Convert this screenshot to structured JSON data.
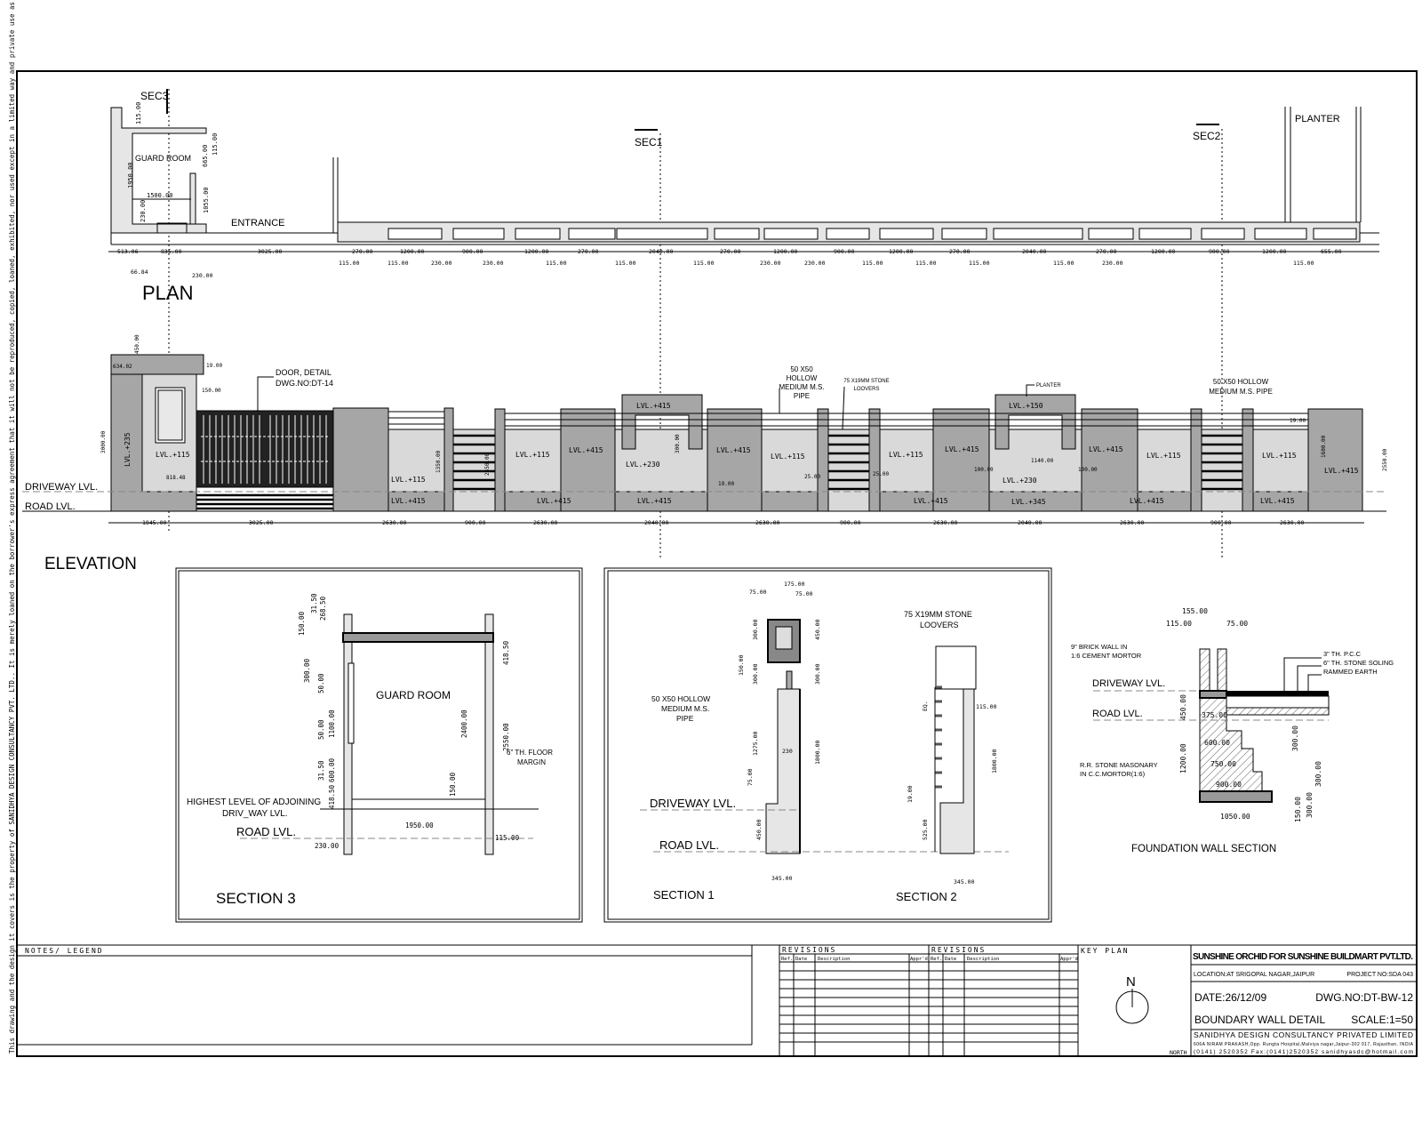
{
  "disclaimer": "This drawing and the design it covers is the property of SANIDHYA DESIGN CONSULTANCY PVT. LTD.. It is merely loaned on the borrower's express agreement that it will not be reproduced, copied, loaned, exhibited, nor used except in a limited way and private use as permitted by any written consent given by the lender to the borrower.",
  "plan": {
    "title": "PLAN",
    "section_markers": [
      "SEC3",
      "SEC1",
      "SEC2"
    ],
    "guard_room": "GUARD ROOM",
    "entrance": "ENTRANCE",
    "planter": "PLANTER",
    "dims": [
      "513.06",
      "835.00",
      "3025.00",
      "270.00",
      "1200.00",
      "900.00",
      "1200.00",
      "270.00",
      "2040.00",
      "270.00",
      "1200.00",
      "900.00",
      "1200.00",
      "270.00",
      "2040.00",
      "270.00",
      "1200.00",
      "900.00",
      "1200.00",
      "655.00"
    ],
    "sub_dims": [
      "66.84",
      "230.00",
      "115.00",
      "115.00",
      "230.00",
      "230.00",
      "115.00",
      "115.00",
      "115.00",
      "230.00",
      "230.00",
      "115.00",
      "115.00",
      "115.00",
      "115.00",
      "230.00",
      "115.00"
    ],
    "guard_dims": [
      "115.00",
      "115.00",
      "1950.00",
      "1500.00",
      "230.00",
      "665.00",
      "1055.00",
      "115.00"
    ]
  },
  "elevation": {
    "title": "ELEVATION",
    "driveway_lvl": "DRIVEWAY LVL.",
    "road_lvl": "ROAD LVL.",
    "door_note": [
      "DOOR, DETAIL",
      "DWG.NO:DT-14"
    ],
    "pipe_note": [
      "50 X50",
      "HOLLOW",
      "MEDIUM M.S.",
      "PIPE"
    ],
    "louver_note": [
      "75 X19MM STONE",
      "LOOVERS"
    ],
    "planter_note": "PLANTER",
    "pipe_note_2": [
      "50 X50 HOLLOW",
      "MEDIUM M.S. PIPE"
    ],
    "levels": [
      "LVL.+235",
      "LVL.+115",
      "LVL.+115",
      "LVL.+415",
      "LVL.+115",
      "LVL.+415",
      "LVL.+415",
      "LVL.+230",
      "LVL.+415",
      "LVL.+415",
      "LVL.+115",
      "LVL.+115",
      "LVL.+415",
      "LVL.+415",
      "LVL.+150",
      "LVL.+230",
      "LVL.+345",
      "LVL.+415",
      "LVL.+115",
      "LVL.+415",
      "LVL.+115",
      "LVL.+415",
      "LVL.+415",
      "LVL.+415"
    ],
    "dims": [
      "1845.00",
      "3025.00",
      "2630.00",
      "900.00",
      "2630.00",
      "2040.00",
      "2630.00",
      "900.00",
      "2630.00",
      "2040.00",
      "2630.00",
      "900.00",
      "2630.00"
    ],
    "misc_dims": [
      "450.00",
      "634.02",
      "19.00",
      "150.00",
      "3000.00",
      "818.48",
      "450.00",
      "1350.00",
      "2550.00",
      "300.00",
      "900.00",
      "19.00",
      "25.00",
      "25.00",
      "1140.00",
      "100.00",
      "100.00",
      "1600.00",
      "2550.00",
      "19.00"
    ]
  },
  "section3": {
    "title": "SECTION 3",
    "guard_room": "GUARD ROOM",
    "floor_note": [
      "6\" TH. FLOOR",
      "MARGIN"
    ],
    "highest_level": [
      "HIGHEST LEVEL OF ADJOINING",
      "DRIV_WAY LVL."
    ],
    "road_lvl": "ROAD LVL.",
    "dims": [
      "31.50",
      "268.50",
      "150.00",
      "300.00",
      "50.00",
      "1100.00",
      "50.00",
      "600.00",
      "31.50",
      "418.50",
      "418.50",
      "2400.00",
      "2550.00",
      "150.00",
      "1950.00",
      "230.00",
      "115.00"
    ]
  },
  "section1": {
    "title": "SECTION 1",
    "pipe_note": [
      "50 X50 HOLLOW",
      "MEDIUM M.S.",
      "PIPE"
    ],
    "driveway_lvl": "DRIVEWAY LVL.",
    "road_lvl": "ROAD LVL.",
    "dims": [
      "175.00",
      "75.00",
      "75.00",
      "300.00",
      "450.00",
      "150.00",
      "300.00",
      "300.00",
      "1275.00",
      "230",
      "1800.00",
      "75.00",
      "450.00",
      "345.00"
    ]
  },
  "section2": {
    "title": "SECTION 2",
    "louver_note": [
      "75 X19MM STONE",
      "LOOVERS"
    ],
    "dims": [
      "115.00",
      "1800.00",
      "19.00",
      "525.00",
      "345.00",
      "EQ."
    ]
  },
  "foundation": {
    "title": "FOUNDATION WALL SECTION",
    "driveway_lvl": "DRIVEWAY LVL.",
    "road_lvl": "ROAD LVL.",
    "brick_note": [
      "9\" BRICK WALL IN",
      "1:6 CEMENT MORTOR"
    ],
    "layers": [
      "3\" TH. P.C.C",
      "6\" TH. STONE SOLING",
      "RAMMED EARTH"
    ],
    "stone_note": [
      "R.R. STONE MASONARY",
      "IN C.C.MORTOR(1:6)"
    ],
    "dims": [
      "155.00",
      "115.00",
      "75.00",
      "450.00",
      "375.00",
      "1200.00",
      "600.00",
      "750.00",
      "900.00",
      "1050.00",
      "300.00",
      "300.00",
      "300.00",
      "150.00"
    ]
  },
  "title_block": {
    "notes_header": "NOTES/ LEGEND",
    "revisions_header": "REVISIONS",
    "revision_columns": [
      "Ref.",
      "Date",
      "Description",
      "Appr'd"
    ],
    "key_plan_header": "KEY PLAN",
    "north_label": "N",
    "north_caption": "NORTH",
    "project": "SUNSHINE ORCHID FOR SUNSHINE BUILDMART PVT.LTD.",
    "location": "LOCATION:AT SRIGOPAL NAGAR,JAIPUR",
    "project_no": "PROJECT NO:SDA 043",
    "date": "DATE:26/12/09",
    "dwg_no": "DWG.NO:DT-BW-12",
    "drawing_title": "BOUNDARY WALL DETAIL",
    "scale": "SCALE:1=50",
    "consultant": "SANIDHYA DESIGN CONSULTANCY PRIVATED LIMITED",
    "address": "606A NIRAM PRAKASH,Opp. Rungta Hospital,Malviya nagar,Jaipur-302 017, Rajasthan, INDIA",
    "contact": "(0141) 2520352   Fax:(0141)2520352   sanidhyasdc@hotmail.com"
  }
}
